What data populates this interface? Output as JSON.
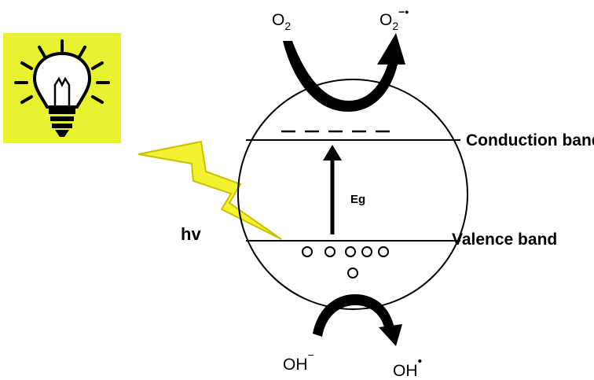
{
  "labels": {
    "o2": "O",
    "o2_sub": "2",
    "superoxide": "O",
    "superoxide_sub": "2",
    "superoxide_sup": "−•",
    "conduction_band": "Conduction band",
    "valence_band": "Valence band",
    "band_gap": "Eg",
    "photon": "hv",
    "hydroxide": "OH",
    "hydroxide_sup": "−",
    "hydroxyl_radical": "OH",
    "hydroxyl_radical_sup": "•"
  },
  "colors": {
    "bulb_background": "#e8f230",
    "lightning_fill": "#f2f230",
    "stroke": "#000000"
  },
  "icons": {
    "bulb": "light-bulb-icon",
    "lightning": "lightning-bolt-icon"
  }
}
